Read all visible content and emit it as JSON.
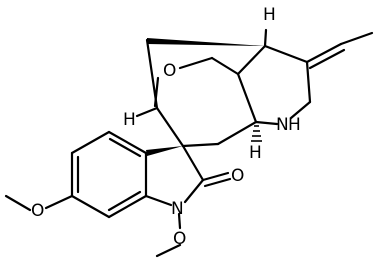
{
  "structure": {
    "atom_labels": {
      "h_top": "H",
      "h_left": "H",
      "h_bottom": "H",
      "o_ring": "O",
      "nh": "N",
      "nh_h": "H",
      "o_carbonyl": "O",
      "n_indole": "N",
      "o_methoxy_aryl": "O",
      "o_methoxy_n": "O"
    }
  }
}
